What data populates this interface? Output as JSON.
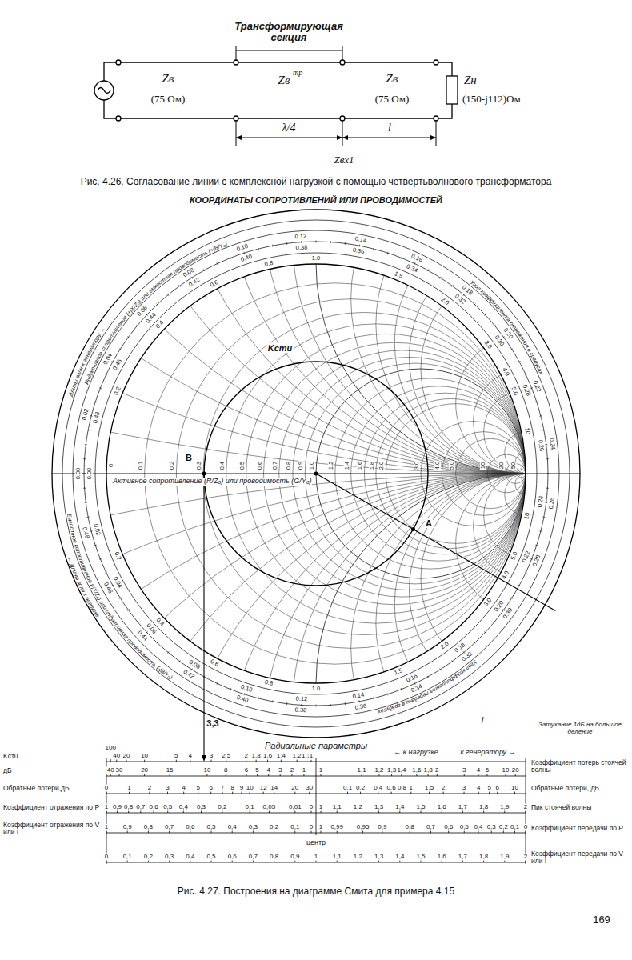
{
  "diagram": {
    "title": "КООРДИНАТЫ СОПРОТИВЛЕНИЙ ИЛИ ПРОВОДИМОСТЕЙ",
    "caption": "Рис. 4.27. Построения на диаграмме Смита для примера 4.15",
    "labels": [
      "Трансформирующая секция",
      "Zв",
      "(75 Ом)",
      "Zв",
      "тр",
      "Zв",
      "(75 Ом)",
      "Zн",
      "(150-j112)Ом",
      "λ/4",
      "l",
      "Zвх1",
      "Рис. 4.26. Согласование линии с комплексной нагрузкой с помощью четвертьволнового трансформатора",
      "Kстu",
      "B",
      "A",
      "3,3",
      "l",
      "Индуктивное сопротивление (+jX/Z₀) или емкостная проводимость (+jB/Y₀)",
      "Емкостное сопротивление (-jX/Z₀) или индуктивная проводимость (-jB/Y₀)",
      "Длины волн к генератору →",
      "← Длины волн к нагрузке",
      "Угол коэффициента отражения в градусах",
      "Угол коэффициента передачи в градусах",
      "Активное сопротивление (R/Z₀) или проводимость (G/Y₀)",
      "0",
      "0.1",
      "0.2",
      "0.3",
      "0.4",
      "0.5",
      "0.6",
      "0.7",
      "0.8",
      "0.9",
      "1.0",
      "1.2",
      "1.4",
      "1.6",
      "1.8",
      "2.0",
      "3.0",
      "4.0",
      "5.0",
      "10",
      "20",
      "50",
      "0.2",
      "0.4",
      "0.6",
      "0.8",
      "1.0",
      "1.5",
      "2.0",
      "3.0",
      "4.0",
      "5.0",
      "10",
      "0.2",
      "0.4",
      "0.6",
      "0.8",
      "1.0",
      "1.5",
      "2.0",
      "3.0",
      "4.0",
      "5.0",
      "10",
      "0.00",
      "0.02",
      "0.04",
      "0.06",
      "0.08",
      "0.10",
      "0.12",
      "0.14",
      "0.16",
      "0.18",
      "0.20",
      "0.22",
      "0.24",
      "0.26",
      "0.28",
      "0.30",
      "0.32",
      "0.34",
      "0.36",
      "0.38",
      "0.40",
      "0.42",
      "0.44",
      "0.46",
      "0.48",
      "0.00",
      "0.02",
      "0.04",
      "0.06",
      "0.08",
      "0.10",
      "0.12",
      "0.14",
      "0.16",
      "0.18",
      "0.20",
      "0.22",
      "0.24",
      "0.26",
      "0.28",
      "0.30",
      "0.32",
      "0.34",
      "0.36",
      "0.38",
      "0.40",
      "0.42",
      "0.44",
      "0.46",
      "0.48",
      "Радиальные параметры",
      "← к нагрузке",
      "к генератору →",
      "Затухание 1дБ на большое деление",
      "центр",
      "Kстu",
      "дБ",
      "Обратные потери,дБ",
      "Коэффициент отражения по P",
      "Коэффициент отражения по V или I",
      "Коэффициент потерь стоячей волны",
      "Обратные потери, дБ",
      "Пик стоячей волны",
      "Коэффициент передачи по P",
      "Коэффициент передачи по V или I",
      "100",
      "40",
      "20",
      "10",
      "5",
      "4",
      "3",
      "2,5",
      "2",
      "1,8",
      "1,6",
      "1,4",
      "1,2",
      "1,1",
      "1",
      "40",
      "30",
      "20",
      "15",
      "10",
      "8",
      "6",
      "5",
      "4",
      "3",
      "2",
      "1",
      "1",
      "1,1",
      "1,2",
      "1,3",
      "1,4",
      "1,6",
      "1,8",
      "2",
      "3",
      "4",
      "5",
      "10",
      "20",
      "0",
      "1",
      "2",
      "3",
      "4",
      "5",
      "6",
      "7",
      "8",
      "9",
      "10",
      "12",
      "14",
      "20",
      "30",
      "0,1",
      "0,2",
      "0,4",
      "0,6",
      "0,8",
      "1",
      "1,5",
      "2",
      "3",
      "4",
      "5",
      "6",
      "10",
      "1",
      "0,9",
      "0,8",
      "0,7",
      "0,6",
      "0,5",
      "0,4",
      "0,3",
      "0,2",
      "0,1",
      "0,05",
      "0,01",
      "0",
      "1",
      "1,1",
      "1,2",
      "1,3",
      "1,4",
      "1,5",
      "1,6",
      "1,7",
      "1,8",
      "1,9",
      "2",
      "1",
      "0,9",
      "0,8",
      "0,7",
      "0,6",
      "0,5",
      "0,4",
      "0,3",
      "0,2",
      "0,1",
      "0",
      "1",
      "0,99",
      "0,95",
      "0,9",
      "0,8",
      "0,7",
      "0,6",
      "0,5",
      "0,4",
      "0,3",
      "0,2",
      "0,1",
      "0",
      "0",
      "0,1",
      "0,2",
      "0,3",
      "0,4",
      "0,5",
      "0,6",
      "0,7",
      "0,8",
      "0,9",
      "1",
      "1,1",
      "1,2",
      "1,3",
      "1,4",
      "1,5",
      "1,6",
      "1,7",
      "1,8",
      "1,9",
      "2",
      "169"
    ]
  }
}
